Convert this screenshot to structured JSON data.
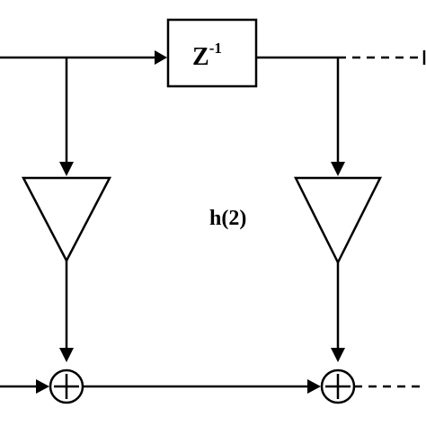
{
  "delay_block": {
    "label": "Z",
    "exponent": "-1"
  },
  "coefficient_label": "h(2)",
  "colors": {
    "stroke": "#000000",
    "background": "#ffffff"
  },
  "elements": {
    "multipliers": 2,
    "adders": 2,
    "delays": 1
  }
}
